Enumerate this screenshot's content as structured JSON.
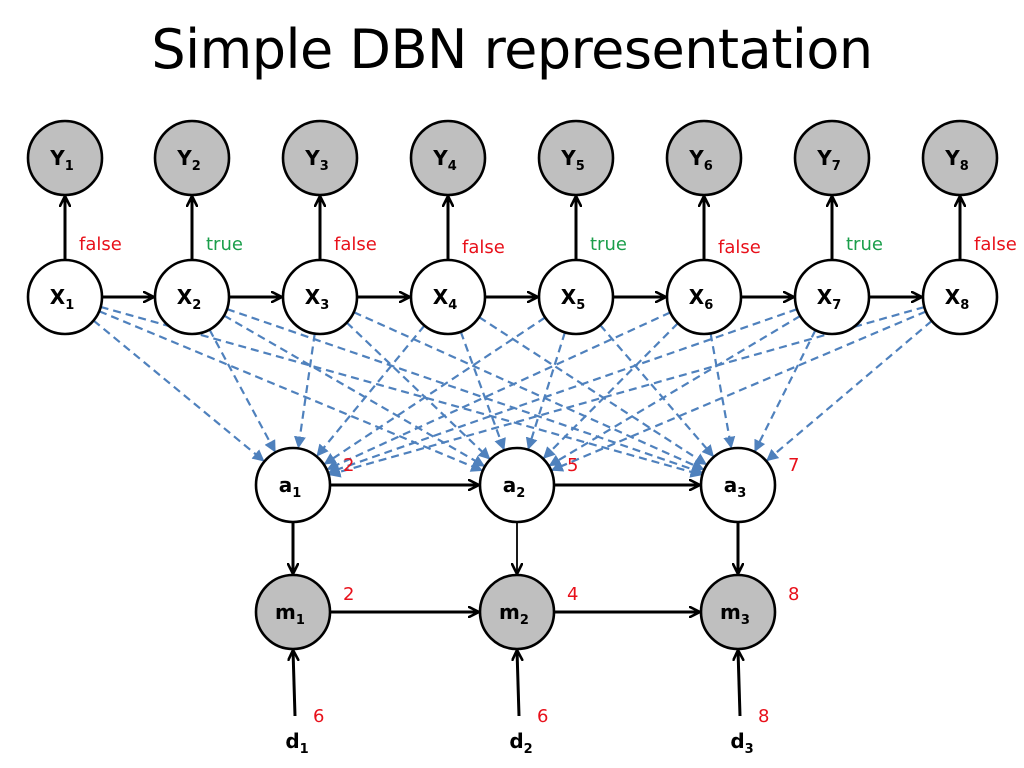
{
  "title": "Simple DBN representation",
  "colors": {
    "observed_fill": "#BFBFBF",
    "hidden_fill": "#FFFFFF",
    "false_color": "#E8101A",
    "true_color": "#1A9E4A",
    "value_color": "#E8101A",
    "dashed_edge_color": "#4F81BD"
  },
  "y_nodes": [
    {
      "id": "Y1",
      "base": "Y",
      "sub": "1"
    },
    {
      "id": "Y2",
      "base": "Y",
      "sub": "2"
    },
    {
      "id": "Y3",
      "base": "Y",
      "sub": "3"
    },
    {
      "id": "Y4",
      "base": "Y",
      "sub": "4"
    },
    {
      "id": "Y5",
      "base": "Y",
      "sub": "5"
    },
    {
      "id": "Y6",
      "base": "Y",
      "sub": "6"
    },
    {
      "id": "Y7",
      "base": "Y",
      "sub": "7"
    },
    {
      "id": "Y8",
      "base": "Y",
      "sub": "8"
    }
  ],
  "x_nodes": [
    {
      "id": "X1",
      "base": "X",
      "sub": "1",
      "edge_label": "false"
    },
    {
      "id": "X2",
      "base": "X",
      "sub": "2",
      "edge_label": "true"
    },
    {
      "id": "X3",
      "base": "X",
      "sub": "3",
      "edge_label": "false"
    },
    {
      "id": "X4",
      "base": "X",
      "sub": "4",
      "edge_label": "false"
    },
    {
      "id": "X5",
      "base": "X",
      "sub": "5",
      "edge_label": "true"
    },
    {
      "id": "X6",
      "base": "X",
      "sub": "6",
      "edge_label": "false"
    },
    {
      "id": "X7",
      "base": "X",
      "sub": "7",
      "edge_label": "true"
    },
    {
      "id": "X8",
      "base": "X",
      "sub": "8",
      "edge_label": "false"
    }
  ],
  "a_nodes": [
    {
      "id": "a1",
      "base": "a",
      "sub": "1",
      "value": "2"
    },
    {
      "id": "a2",
      "base": "a",
      "sub": "2",
      "value": "5"
    },
    {
      "id": "a3",
      "base": "a",
      "sub": "3",
      "value": "7"
    }
  ],
  "m_nodes": [
    {
      "id": "m1",
      "base": "m",
      "sub": "1",
      "value": "2"
    },
    {
      "id": "m2",
      "base": "m",
      "sub": "2",
      "value": "4"
    },
    {
      "id": "m3",
      "base": "m",
      "sub": "3",
      "value": "8"
    }
  ],
  "d_nodes": [
    {
      "id": "d1",
      "base": "d",
      "sub": "1",
      "value": "6"
    },
    {
      "id": "d2",
      "base": "d",
      "sub": "2",
      "value": "6"
    },
    {
      "id": "d3",
      "base": "d",
      "sub": "3",
      "value": "8"
    }
  ],
  "edges": {
    "x_to_y": "each X_i -> Y_i (solid)",
    "x_chain": "X_i -> X_(i+1) (solid)",
    "x_to_a": "every X_i -> every a_j (dashed)",
    "a_chain": "a_j -> a_(j+1) (solid)",
    "a_to_m": "a_j -> m_j (solid)",
    "m_chain": "m_j -> m_(j+1) (solid)",
    "d_to_m": "d_j -> m_j (solid)"
  }
}
